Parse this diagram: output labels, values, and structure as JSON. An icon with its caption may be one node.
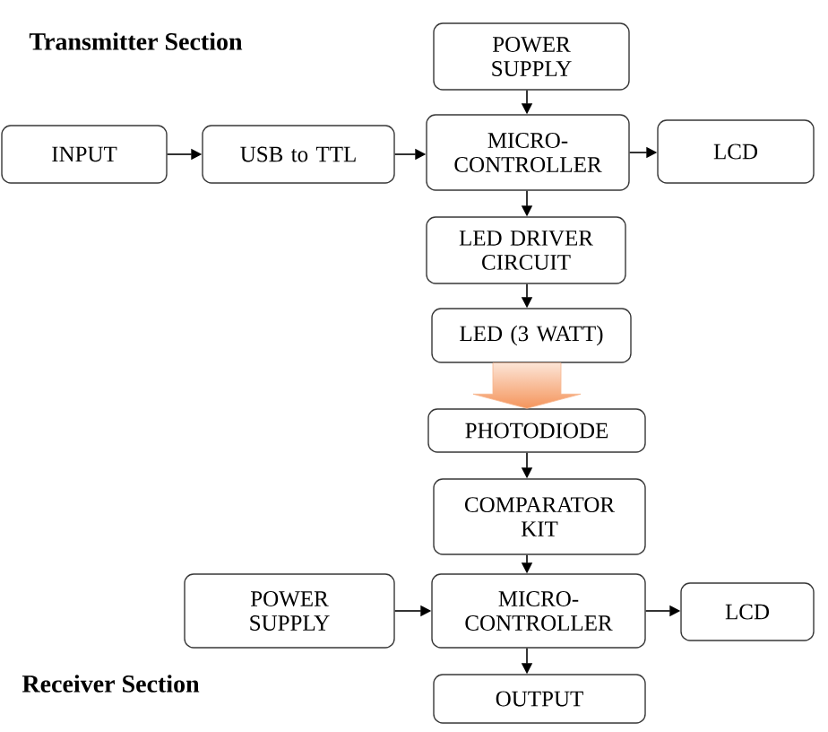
{
  "diagram": {
    "nodes": [
      {
        "text": [
          "POWER SUPPLY"
        ]
      },
      {
        "text": [
          "INPUT"
        ]
      },
      {
        "text": [
          "USB to TTL"
        ]
      },
      {
        "text": [
          "MICRO- CONTROLLER"
        ]
      },
      {
        "text": [
          "LCD"
        ]
      },
      {
        "text": [
          "LED DRIVER CIRCUIT"
        ]
      },
      {
        "text": [
          "LED (3 WATT)"
        ]
      },
      {
        "text": [
          "PHOTODIODE"
        ]
      },
      {
        "text": [
          "COMPARATOR KIT"
        ]
      },
      {
        "text": [
          "POWER SUPPLY"
        ]
      },
      {
        "text": [
          "MICRO- CONTROLLER"
        ]
      },
      {
        "text": [
          "LCD"
        ]
      },
      {
        "text": [
          "OUTPUT"
        ]
      }
    ],
    "edges": [
      {
        "from": 0,
        "to": 3,
        "arrow": "to"
      },
      {
        "from": 1,
        "to": 2,
        "arrow": "to"
      },
      {
        "from": 2,
        "to": 3,
        "arrow": "to"
      },
      {
        "from": 3,
        "to": 4,
        "arrow": "to"
      },
      {
        "from": 3,
        "to": 5,
        "arrow": "to"
      },
      {
        "from": 5,
        "to": 6,
        "arrow": "to"
      },
      {
        "from": 6,
        "to": 7,
        "arrow": "to",
        "style": "thick",
        "color": "#f4955c"
      },
      {
        "from": 7,
        "to": 8,
        "arrow": "to"
      },
      {
        "from": 8,
        "to": 10,
        "arrow": "to"
      },
      {
        "from": 9,
        "to": 10,
        "arrow": "to"
      },
      {
        "from": 10,
        "to": 11,
        "arrow": "to"
      },
      {
        "from": 10,
        "to": 12,
        "arrow": "to"
      }
    ],
    "labels": [
      "Transmitter Section",
      "Receiver Section"
    ]
  }
}
